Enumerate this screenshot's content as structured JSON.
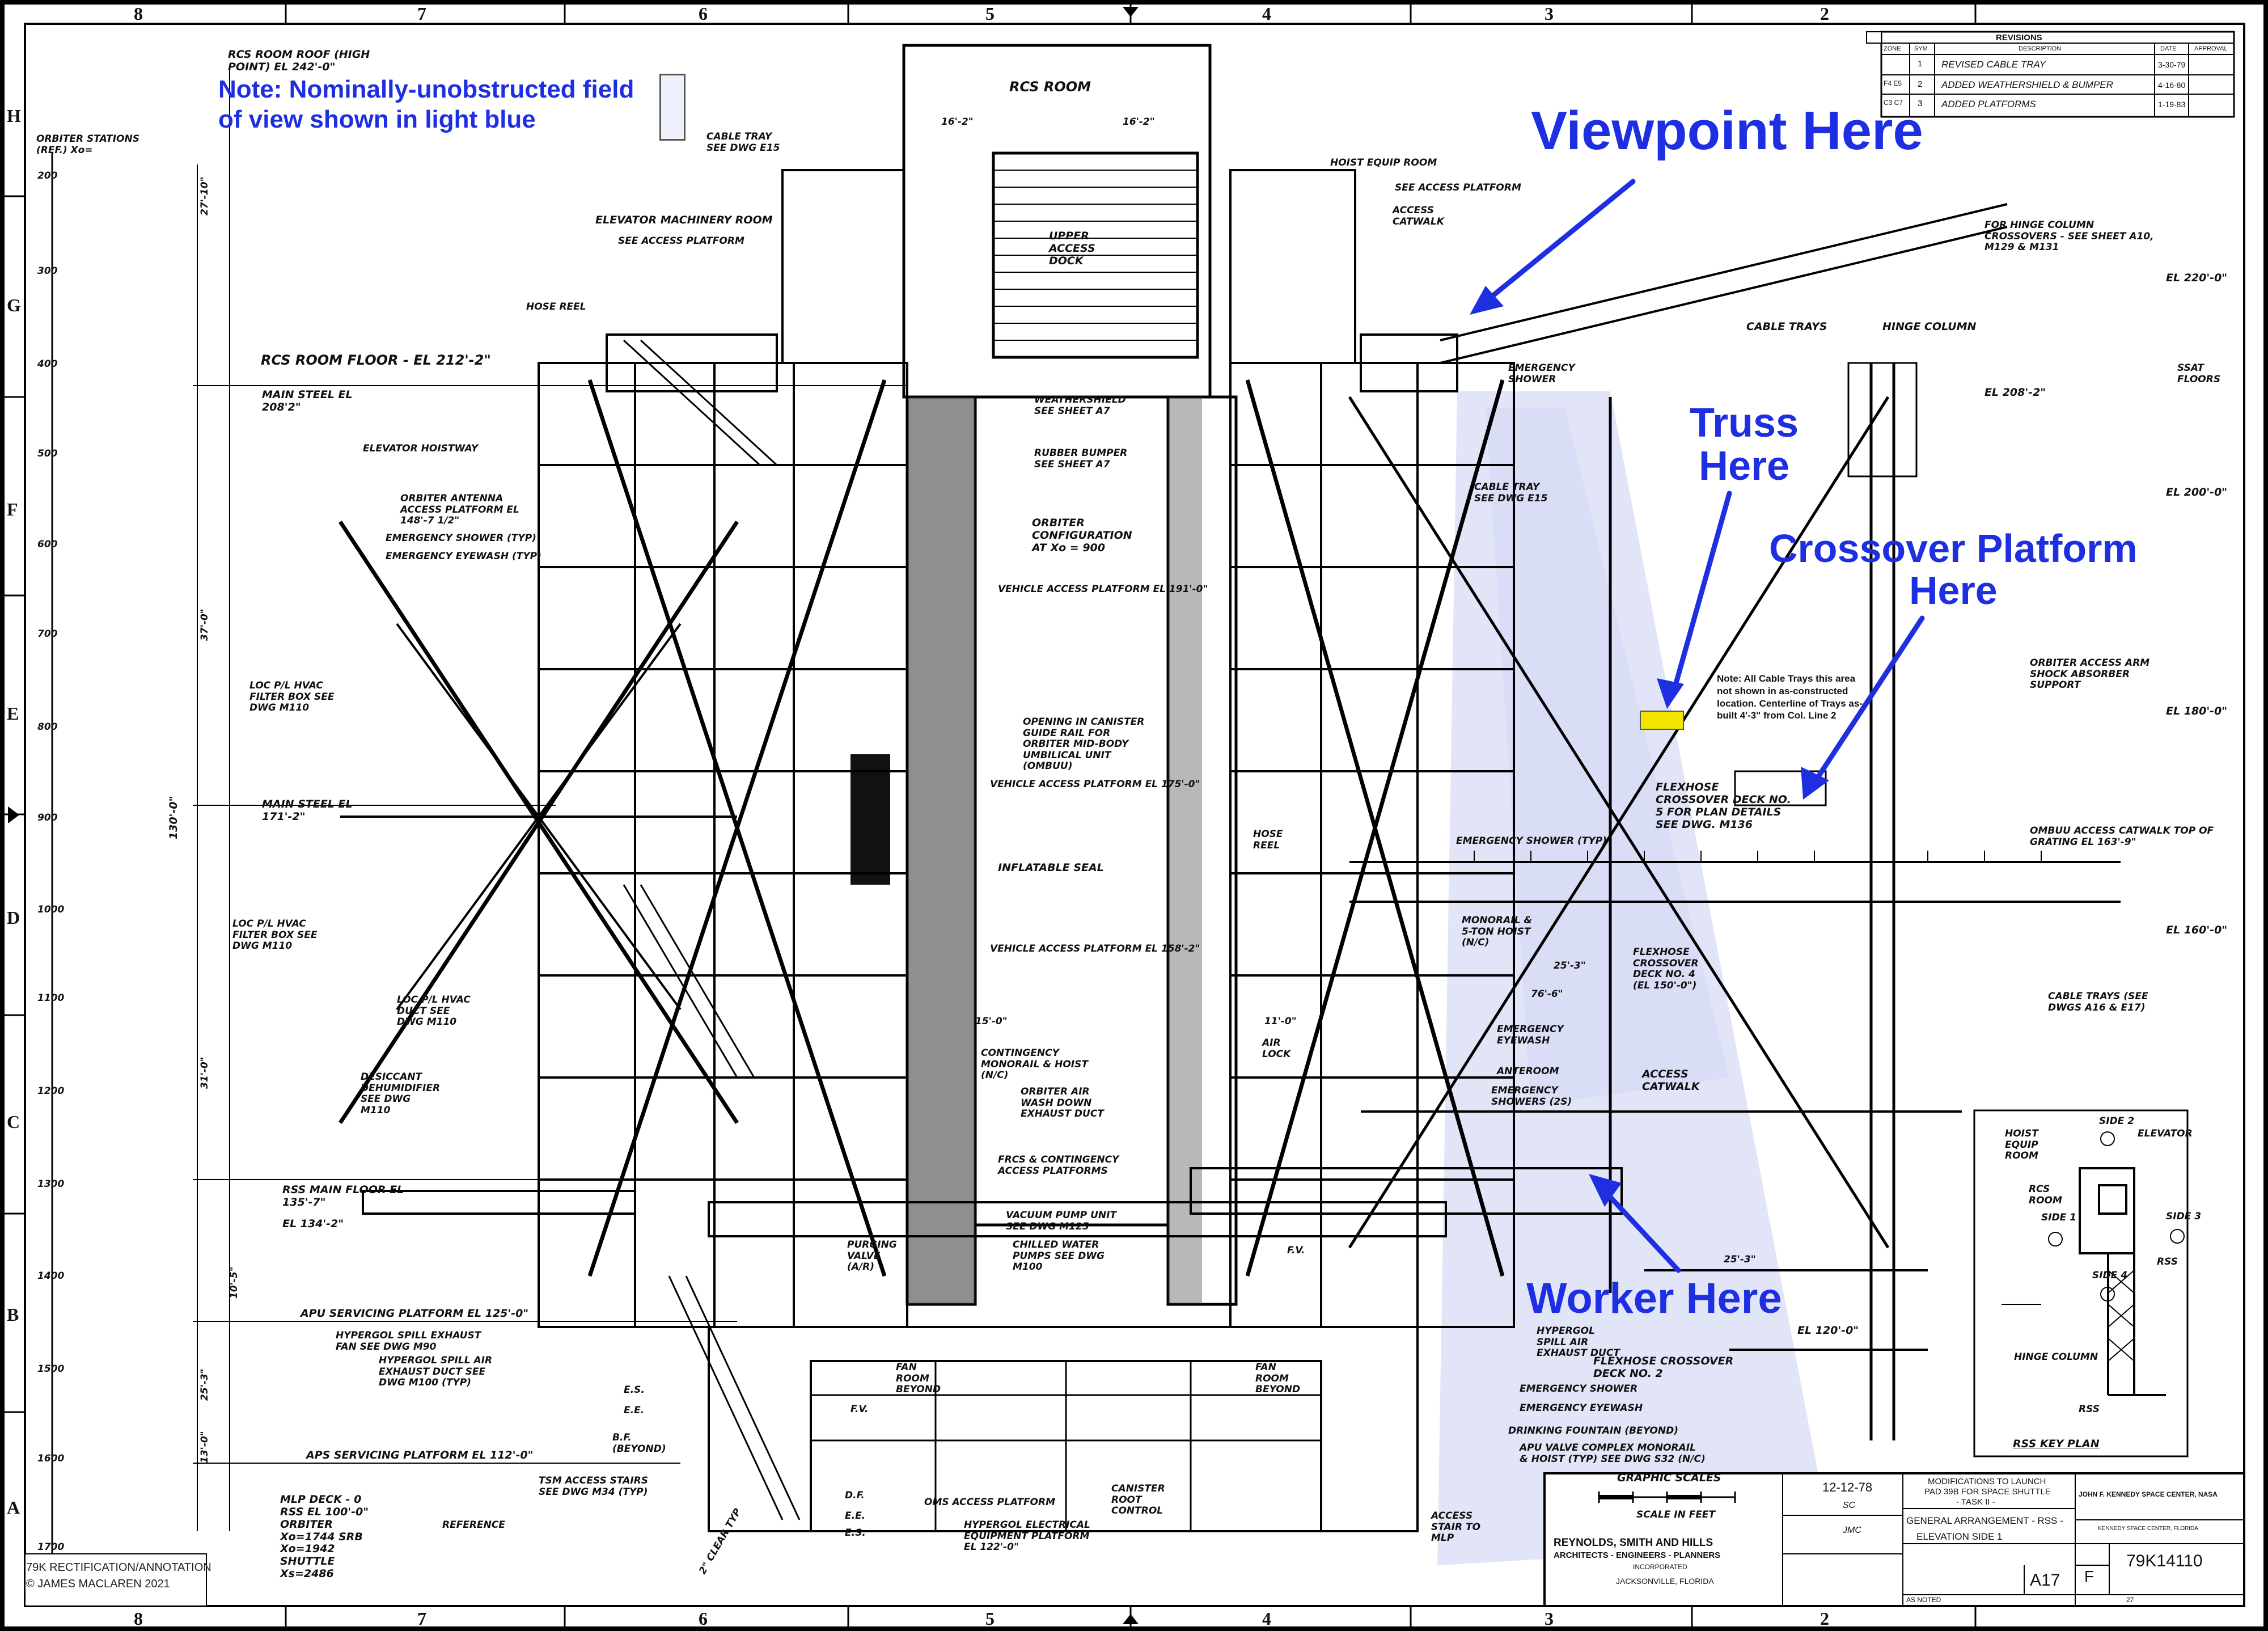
{
  "sheet": {
    "zones_top": [
      "8",
      "7",
      "6",
      "5",
      "4",
      "3",
      "2"
    ],
    "zones_side": [
      "H",
      "G",
      "F",
      "E",
      "D",
      "C",
      "B",
      "A"
    ]
  },
  "notes": {
    "field_of_view": "Note: Nominally-unobstructed field of view shown in light blue",
    "cable_trays": "Note: All Cable Trays this area not shown in as-constructed location. Centerline of Trays as-built 4'-3\" from Col. Line 2",
    "credit_line1": "79K RECTIFICATION/ANNOTATION",
    "credit_line2": "© JAMES MACLAREN 2021"
  },
  "callouts": [
    {
      "id": "viewpoint",
      "text": "Viewpoint Here"
    },
    {
      "id": "truss",
      "text": "Truss\nHere"
    },
    {
      "id": "crossover",
      "text": "Crossover Platform\nHere"
    },
    {
      "id": "worker",
      "text": "Worker Here"
    }
  ],
  "colors": {
    "annotation_blue": "#1d2fe0",
    "fov_blue": "#dde1f7",
    "truss_yellow": "#f2e600"
  },
  "stations": {
    "header": "ORBITER STATIONS (REF.) Xo=",
    "values": [
      "200",
      "300",
      "400",
      "500",
      "600",
      "700",
      "800",
      "900",
      "1000",
      "1100",
      "1200",
      "1300",
      "1400",
      "1500",
      "1600",
      "1700"
    ]
  },
  "elevations": {
    "right": [
      "EL 220'-0\"",
      "EL 208'-2\"",
      "EL 200'-0\"",
      "EL 180'-0\"",
      "EL 160'-0\"",
      "EL 120'-0\""
    ],
    "right_side": "SSAT FLOORS",
    "left": [
      "RCS ROOM ROOF (HIGH POINT) EL 242'-0\"",
      "RCS ROOM FLOOR - EL 212'-2\"",
      "MAIN STEEL EL 208'2\"",
      "MAIN STEEL EL 171'-2\"",
      "RSS MAIN FLOOR EL 135'-7\"",
      "EL 134'-2\"",
      "APU SERVICING PLATFORM EL 125'-0\"",
      "APS SERVICING PLATFORM EL 112'-0\""
    ],
    "dims": [
      "27'-10\"",
      "37'-0\"",
      "130'-0\"",
      "31'-0\"",
      "10'-5\"",
      "25'-3\"",
      "13'-0\"",
      "16'-2\"",
      "16'-2\"",
      "15'-0\"",
      "11'-0\"",
      "25'-3\"",
      "25'-3\"",
      "76'-6\""
    ]
  },
  "labels": [
    "RCS ROOM",
    "CABLE TRAY SEE DWG E15",
    "ELEVATOR MACHINERY ROOM",
    "SEE ACCESS PLATFORM",
    "HOSE REEL",
    "ELEVATOR HOISTWAY",
    "ORBITER ANTENNA ACCESS PLATFORM EL 148'-7 1/2\"",
    "EMERGENCY SHOWER (TYP)",
    "EMERGENCY EYEWASH (TYP)",
    "LOC P/L HVAC FILTER BOX SEE DWG M110",
    "LOC P/L HVAC FILTER BOX SEE DWG M110",
    "LOC P/L HVAC DUCT SEE DWG M110",
    "DESICCANT DEHUMIDIFIER SEE DWG M110",
    "HYPERGOL SPILL EXHAUST FAN SEE DWG M90",
    "HYPERGOL SPILL AIR EXHAUST DUCT SEE DWG M100 (TYP)",
    "E.S.",
    "E.E.",
    "B.F. (BEYOND)",
    "TSM ACCESS STAIRS SEE DWG M34 (TYP)",
    "MLP DECK - 0 RSS EL 100'-0\" ORBITER Xo=1744 SRB Xo=1942 SHUTTLE Xs=2486",
    "REFERENCE",
    "2\" CLEAR TYP",
    "UPPER ACCESS DOCK",
    "WEATHERSHIELD SEE SHEET A7",
    "RUBBER BUMPER SEE SHEET A7",
    "ORBITER CONFIGURATION AT Xo = 900",
    "VEHICLE ACCESS PLATFORM EL 191'-0\"",
    "OPENING IN CANISTER GUIDE RAIL FOR ORBITER MID-BODY UMBILICAL UNIT (OMBUU)",
    "VEHICLE ACCESS PLATFORM EL 175'-0\"",
    "INFLATABLE SEAL",
    "VEHICLE ACCESS PLATFORM EL 158'-2\"",
    "CONTINGENCY MONORAIL & HOIST (N/C)",
    "ORBITER AIR WASH DOWN EXHAUST DUCT",
    "FRCS & CONTINGENCY ACCESS PLATFORMS",
    "VACUUM PUMP UNIT SEE DWG M125",
    "CHILLED WATER PUMPS SEE DWG M100",
    "PURGING VALVE (A/R)",
    "FAN ROOM BEYOND",
    "F.V.",
    "D.F.",
    "E.E.",
    "E.S.",
    "OMS ACCESS PLATFORM",
    "HYPERGOL ELECTRICAL EQUIPMENT PLATFORM EL 122'-0\"",
    "CANISTER ROOT CONTROL",
    "HOSE REEL",
    "AIR LOCK",
    "FAN ROOM BEYOND",
    "F.V.",
    "HOIST EQUIP ROOM",
    "SEE ACCESS PLATFORM",
    "ACCESS CATWALK",
    "EMERGENCY SHOWER",
    "CABLE TRAY SEE DWG E15",
    "CABLE TRAYS",
    "HINGE COLUMN",
    "FOR HINGE COLUMN CROSSOVERS - SEE SHEET A10, M129 & M131",
    "ORBITER ACCESS ARM SHOCK ABSORBER SUPPORT",
    "FLEXHOSE CROSSOVER DECK NO. 5 FOR PLAN DETAILS SEE DWG. M136",
    "OMBUU ACCESS CATWALK TOP OF GRATING EL 163'-9\"",
    "EMERGENCY SHOWER (TYP)",
    "MONORAIL & 5-TON HOIST (N/C)",
    "FLEXHOSE CROSSOVER DECK NO. 4 (EL 150'-0\")",
    "EMERGENCY EYEWASH",
    "ANTEROOM",
    "EMERGENCY SHOWERS (2S)",
    "ACCESS CATWALK",
    "CABLE TRAYS (SEE DWGS A16 & E17)",
    "HYPERGOL SPILL AIR EXHAUST DUCT",
    "FLEXHOSE CROSSOVER DECK NO. 2",
    "EMERGENCY SHOWER",
    "EMERGENCY EYEWASH",
    "DRINKING FOUNTAIN (BEYOND)",
    "APU VALVE COMPLEX MONORAIL & HOIST (TYP) SEE DWG S32 (N/C)",
    "ACCESS STAIR TO MLP",
    "GRAPHIC SCALES",
    "SCALE IN FEET"
  ],
  "keyplan": {
    "title": "RSS KEY PLAN",
    "labels": [
      "HOIST EQUIP ROOM",
      "RCS ROOM",
      "SIDE 1",
      "SIDE 2",
      "SIDE 3",
      "SIDE 4",
      "ELEVATOR",
      "RSS",
      "HINGE COLUMN",
      "RSS"
    ]
  },
  "revisions": {
    "title": "REVISIONS",
    "headers": [
      "ZONE",
      "SYM",
      "DESCRIPTION",
      "DATE",
      "APPROVAL"
    ],
    "rows": [
      {
        "zone": "",
        "sym": "1",
        "desc": "REVISED CABLE TRAY",
        "date": "3-30-79"
      },
      {
        "zone": "F4 E5",
        "sym": "2",
        "desc": "ADDED WEATHERSHIELD & BUMPER",
        "date": "4-16-80"
      },
      {
        "zone": "C3 C7",
        "sym": "3",
        "desc": "ADDED PLATFORMS",
        "date": "1-19-83"
      }
    ]
  },
  "title_block": {
    "firm_line1": "REYNOLDS, SMITH AND HILLS",
    "firm_line2": "ARCHITECTS - ENGINEERS - PLANNERS",
    "firm_line3": "INCORPORATED",
    "firm_line4": "JACKSONVILLE, FLORIDA",
    "original_date": "12-12-78",
    "project_line1": "MODIFICATIONS TO LAUNCH",
    "project_line2": "PAD 39B FOR SPACE SHUTTLE",
    "project_line3": "- TASK II -",
    "drawing_title1": "GENERAL ARRANGEMENT - RSS -",
    "drawing_title2": "ELEVATION SIDE 1",
    "agency": "JOHN F. KENNEDY SPACE CENTER, NASA",
    "agency_sub": "KENNEDY SPACE CENTER, FLORIDA",
    "sheet_no": "A17",
    "size": "F",
    "dwg_no": "79K14110",
    "scale": "AS NOTED",
    "sheet_of": "27",
    "drawn": "SC",
    "checked": "JMC"
  }
}
